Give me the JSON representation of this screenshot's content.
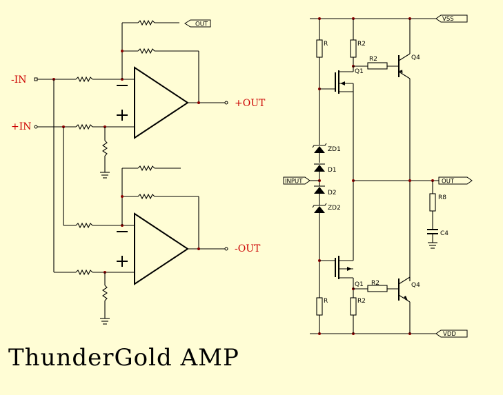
{
  "left": {
    "inputs": {
      "neg": "-IN",
      "pos": "+IN"
    },
    "outputs": {
      "pos": "+OUT",
      "neg": "-OUT"
    },
    "top_port": "OUT"
  },
  "right": {
    "ports": {
      "vss": "VSS",
      "vdd": "VDD",
      "input": "INPUT",
      "out": "OUT"
    },
    "labels": {
      "r_top": "R",
      "r2_top": "R2",
      "r2_base_top": "R2",
      "q1_top": "Q1",
      "q4_top": "Q4",
      "zd1": "ZD1",
      "d1": "D1",
      "d2": "D2",
      "zd2": "ZD2",
      "r8": "R8",
      "c4": "C4",
      "q1_bot": "Q1",
      "r2_base_bot": "R2",
      "q4_bot": "Q4",
      "r2_bot": "R2",
      "r_bot": "R"
    }
  },
  "title": "ThunderGold AMP"
}
